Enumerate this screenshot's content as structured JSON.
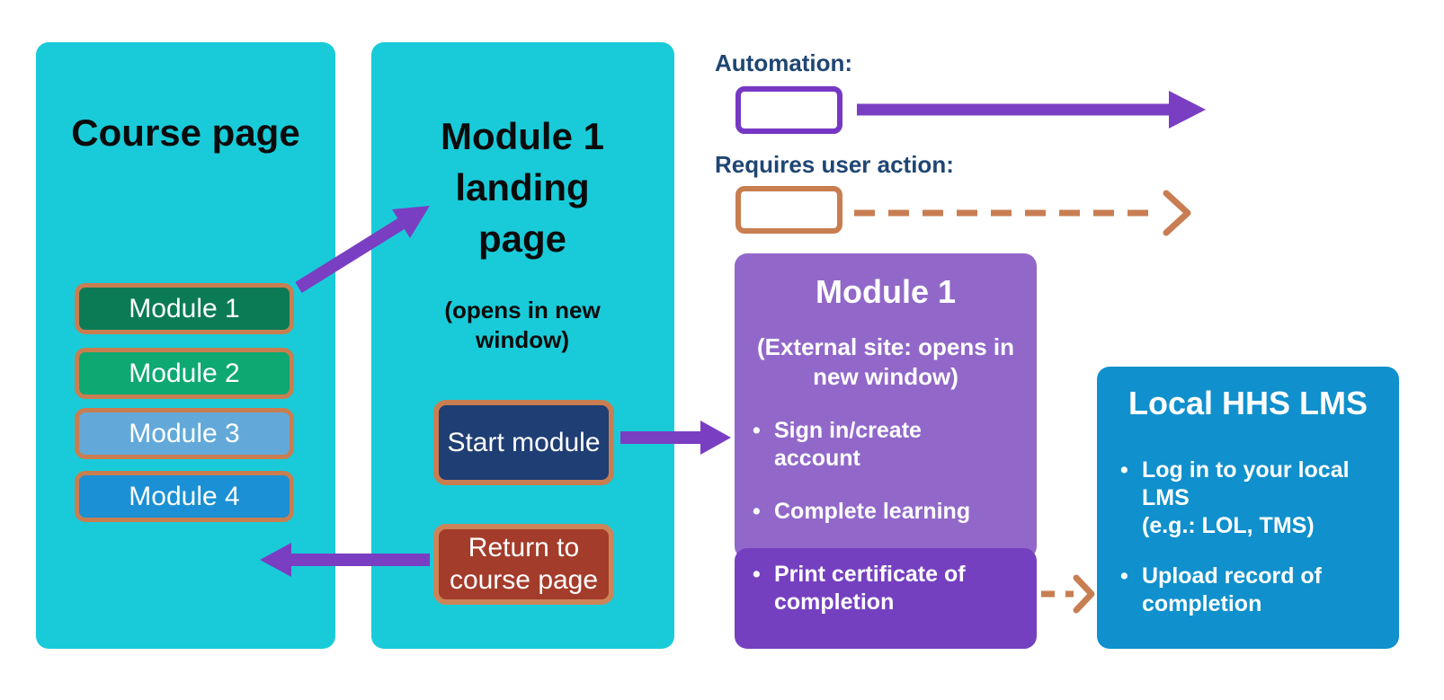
{
  "legend": {
    "automation_label": "Automation:",
    "user_action_label": "Requires user action:"
  },
  "course_page": {
    "title": "Course page",
    "modules": [
      {
        "label": "Module 1",
        "color": "#0B7B55"
      },
      {
        "label": "Module 2",
        "color": "#0EA873"
      },
      {
        "label": "Module 3",
        "color": "#62A9D9"
      },
      {
        "label": "Module 4",
        "color": "#1B90D5"
      }
    ]
  },
  "landing_page": {
    "title": "Module 1 landing page",
    "subtitle": "(opens in new window)",
    "start_button_label": "Start module",
    "return_button_label": "Return to course page"
  },
  "module1_panel": {
    "title": "Module 1",
    "subtitle": "(External site: opens in new window)",
    "bullet1": "Sign in/create account",
    "bullet2": "Complete learning",
    "user_action_bullet": "Print certificate of completion"
  },
  "lms_panel": {
    "title": "Local HHS LMS",
    "bullet1": "Log in to your local LMS",
    "bullet1_note": "(e.g.: LOL, TMS)",
    "bullet2": "Upload record of completion"
  },
  "colors": {
    "panel_cyan": "#19CBD9",
    "arrow_purple": "#7A3EC2",
    "legend_purple_border": "#7638C4",
    "orange": "#C87E52",
    "button_border_orange": "#C87E50",
    "navy_text": "#1F4673",
    "start_button_navy": "#1F3E73",
    "return_button_brick": "#A33C2B",
    "module1_panel_light_purple": "#9168C9",
    "module1_panel_dark_purple": "#7540C0",
    "lms_panel_blue": "#1090CC"
  }
}
